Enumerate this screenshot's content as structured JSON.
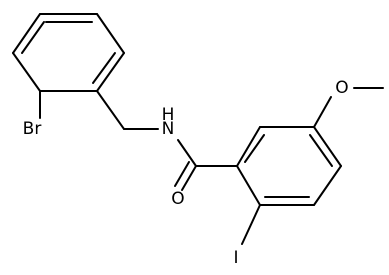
{
  "molecule": {
    "atoms": {
      "br": "Br",
      "nh": "N",
      "nh_h": "H",
      "o_carbonyl": "O",
      "o_methoxy": "O",
      "iodine": "I"
    }
  },
  "colors": {
    "bond": "#000000",
    "text": "#000000",
    "background": "#ffffff"
  }
}
